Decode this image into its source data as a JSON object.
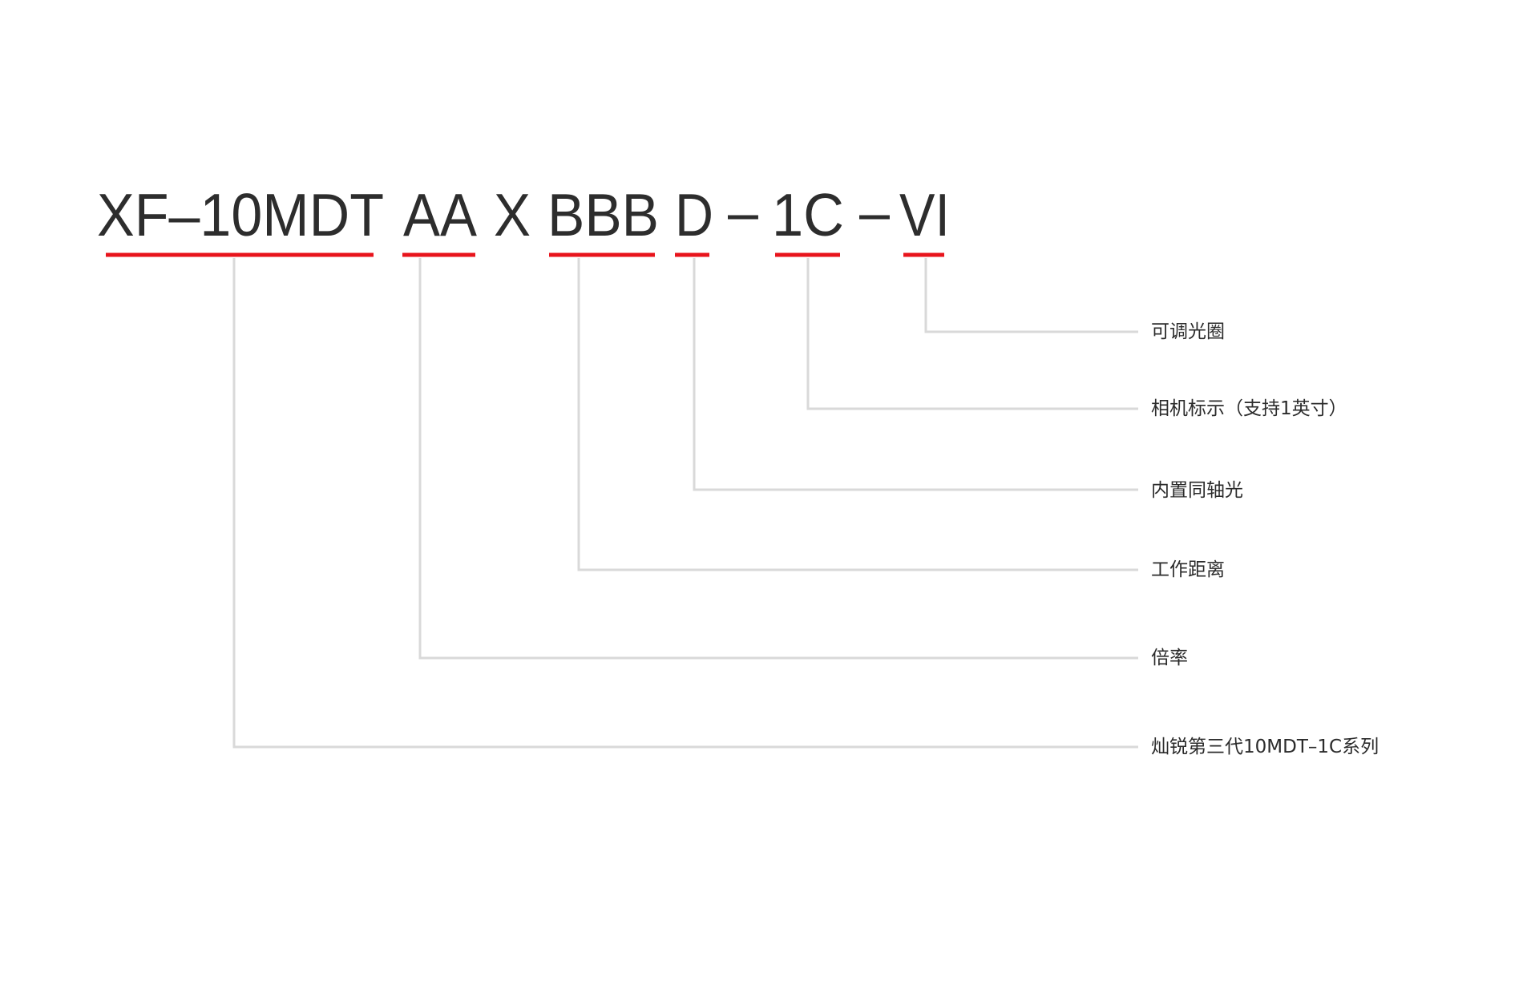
{
  "code": {
    "segments": [
      {
        "id": "series",
        "text": "XF–10MDT"
      },
      {
        "id": "magnification",
        "text": "AA"
      },
      {
        "id": "x",
        "text": "X"
      },
      {
        "id": "working-distance",
        "text": "BBB"
      },
      {
        "id": "coaxial",
        "text": "D"
      },
      {
        "id": "dash1",
        "text": "–"
      },
      {
        "id": "camera",
        "text": "1C"
      },
      {
        "id": "dash2",
        "text": "–"
      },
      {
        "id": "aperture",
        "text": "VI"
      }
    ]
  },
  "legend": [
    {
      "id": "aperture",
      "label": "可调光圈"
    },
    {
      "id": "camera",
      "label": "相机标示（支持1英寸）"
    },
    {
      "id": "coaxial",
      "label": "内置同轴光"
    },
    {
      "id": "working-distance",
      "label": "工作距离"
    },
    {
      "id": "magnification",
      "label": "倍率"
    },
    {
      "id": "series",
      "label": "灿锐第三代10MDT–1C系列"
    }
  ],
  "colors": {
    "text": "#2d2d2d",
    "underline": "#e8141c",
    "leader": "#d9d9d9",
    "background": "#ffffff"
  }
}
